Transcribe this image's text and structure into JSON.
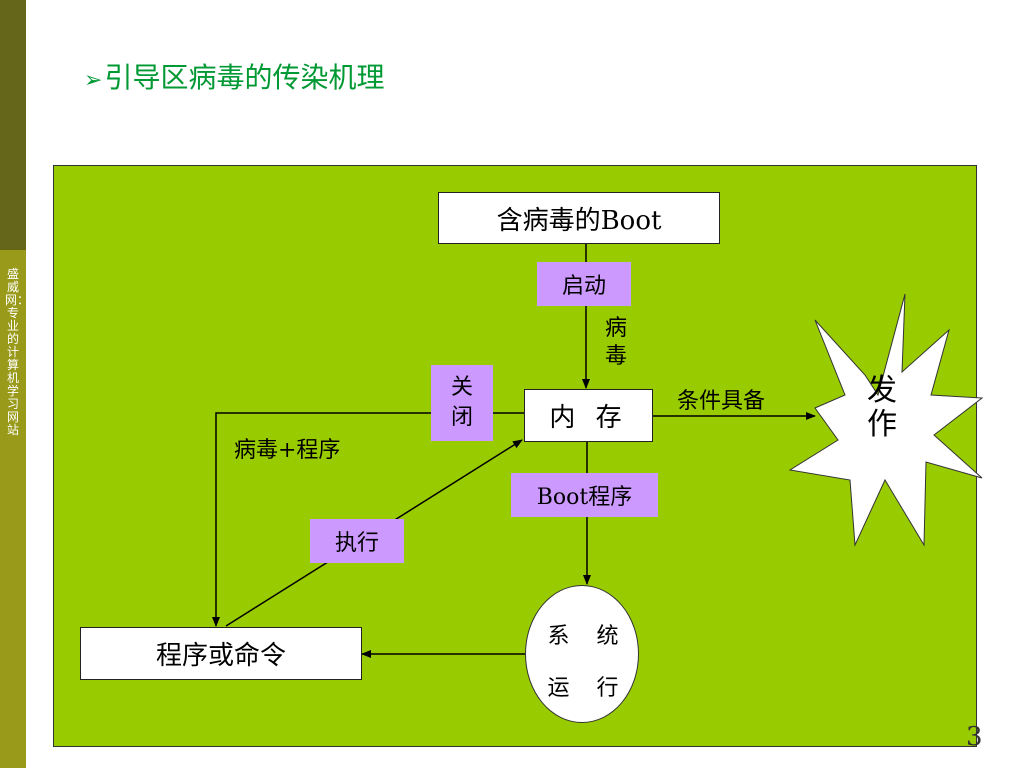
{
  "sidebar": {
    "vertical_text": "盛威网：专业的计算机学习网站"
  },
  "title": {
    "bullet": "➢",
    "text": "引导区病毒的传染机理"
  },
  "page_number": "3",
  "diagram": {
    "boot_box": "含病毒的Boot",
    "start_label": "启动",
    "virus_label": "病毒",
    "close_label": "关闭",
    "memory_box": "内 存",
    "condition_label": "条件具备",
    "outbreak_label": "发作",
    "virus_program_label": "病毒+程序",
    "boot_program_label": "Boot程序",
    "execute_label": "执行",
    "program_box": "程序或命令",
    "system_line1": "系 统",
    "system_line2": "运 行"
  },
  "colors": {
    "panel": "#99cc00",
    "label_bg": "#cc99ff",
    "title": "#009933"
  }
}
